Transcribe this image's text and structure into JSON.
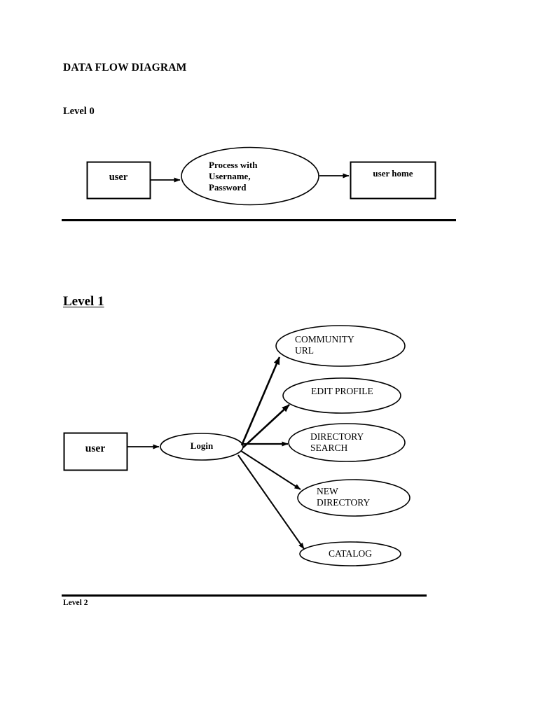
{
  "document": {
    "title": "DATA FLOW DIAGRAM"
  },
  "sections": {
    "level0": {
      "heading": "Level 0",
      "nodes": {
        "source": "user",
        "process": "Process with\nUsername,\nPassword",
        "sink": "user home"
      }
    },
    "level1": {
      "heading": "Level 1",
      "nodes": {
        "source": "user",
        "process": "Login",
        "outputs": [
          "COMMUNITY\nURL",
          "EDIT PROFILE",
          "DIRECTORY\nSEARCH",
          "NEW\nDIRECTORY",
          "CATALOG"
        ]
      }
    },
    "level2": {
      "heading": "Level 2"
    }
  },
  "style": {
    "ink": "#000000",
    "paper": "#ffffff"
  }
}
